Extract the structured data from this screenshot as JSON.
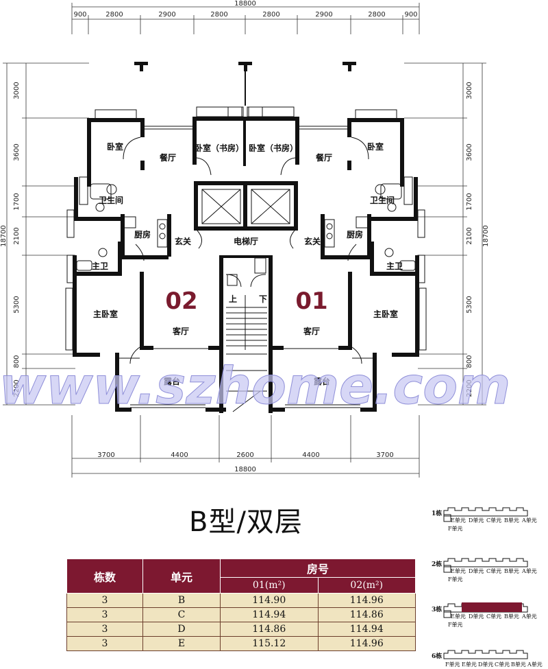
{
  "plan": {
    "top_dims": [
      "900",
      "2800",
      "2900",
      "2800",
      "2800",
      "2900",
      "2800",
      "900"
    ],
    "top_total": "18800",
    "bottom_dims": [
      "3700",
      "4400",
      "2600",
      "4400",
      "3700"
    ],
    "bottom_total": "18800",
    "left_dims": [
      "3000",
      "3600",
      "1700",
      "2100",
      "5300",
      "800",
      "2200"
    ],
    "left_total": "18700",
    "right_dims": [
      "3000",
      "3600",
      "1700",
      "2100",
      "5300",
      "800",
      "2200"
    ],
    "right_total": "18700",
    "rooms": {
      "bedroom_l": "卧室",
      "dining_l": "餐厅",
      "study_l": "卧室（书房）",
      "study_r": "卧室（书房）",
      "dining_r": "餐厅",
      "bedroom_r": "卧室",
      "bath_l": "卫生间",
      "bath_r": "卫生间",
      "kitchen_l": "厨房",
      "kitchen_r": "厨房",
      "foyer_l": "玄关",
      "foyer_r": "玄关",
      "lift_hall": "电梯厅",
      "master_bath_l": "主卫",
      "master_bath_r": "主卫",
      "up": "上",
      "down": "下",
      "master_l": "主卧室",
      "master_r": "主卧室",
      "living_l": "客厅",
      "living_r": "客厅",
      "balcony_l": "露台",
      "balcony_r": "露台"
    },
    "unit_left": "02",
    "unit_right": "01",
    "watermark": "www.szhome.com"
  },
  "title": "B型/双层",
  "table": {
    "headers": {
      "building": "栋数",
      "unit": "单元",
      "room": "房号"
    },
    "sub_headers": [
      "01(m²)",
      "02(m²)"
    ],
    "rows": [
      [
        "3",
        "B",
        "114.90",
        "114.96"
      ],
      [
        "3",
        "C",
        "114.94",
        "114.86"
      ],
      [
        "3",
        "D",
        "114.86",
        "114.94"
      ],
      [
        "3",
        "E",
        "115.12",
        "114.96"
      ]
    ]
  },
  "key_plans": [
    {
      "building": "1栋",
      "units": [
        "E单元",
        "D单元",
        "C单元",
        "B单元",
        "A单元"
      ],
      "extra": "F单元",
      "highlight": false
    },
    {
      "building": "2栋",
      "units": [
        "E单元",
        "D单元",
        "C单元",
        "B单元",
        "A单元"
      ],
      "extra": "F单元",
      "highlight": false
    },
    {
      "building": "3栋",
      "units": [
        "E单元",
        "D单元",
        "C单元",
        "B单元",
        "A单元"
      ],
      "extra": "F单元",
      "highlight": true
    },
    {
      "building": "6栋",
      "units": [
        "F单元",
        "E单元",
        "D单元",
        "C单元",
        "B单元",
        "A单元"
      ],
      "extra": "",
      "highlight": false
    }
  ],
  "colors": {
    "accent": "#7d1830",
    "table_body": "#f0e4c0",
    "unit_number": "#7a1b2e",
    "watermark": "#b9b9ec",
    "key_highlight": "#7d1830"
  }
}
